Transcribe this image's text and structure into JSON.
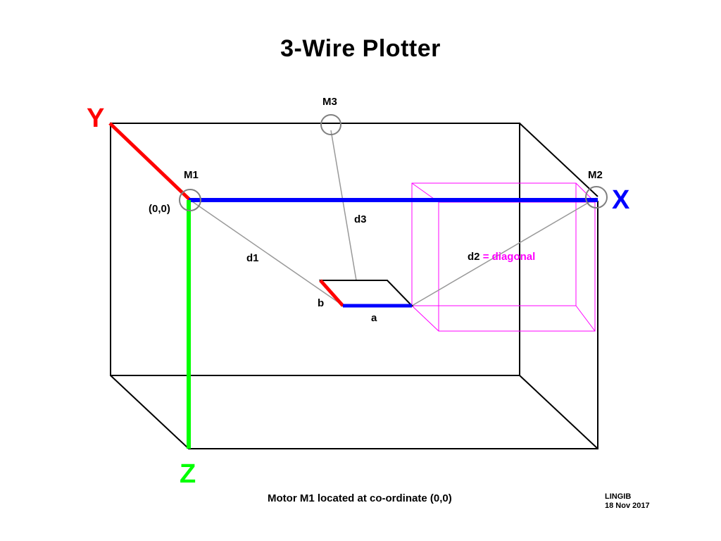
{
  "title": "3-Wire Plotter",
  "axes": {
    "x": "X",
    "y": "Y",
    "z": "Z"
  },
  "motors": {
    "m1": "M1",
    "m2": "M2",
    "m3": "M3"
  },
  "origin_label": "(0,0)",
  "distances": {
    "d1": "d1",
    "d2": "d2",
    "d3": "d3",
    "d2_note": "= diagonal"
  },
  "pen_box": {
    "a": "a",
    "b": "b"
  },
  "caption": "Motor M1 located at co-ordinate (0,0)",
  "author": "LINGIB",
  "date": "18 Nov 2017",
  "colors": {
    "x_axis": "#0000ff",
    "y_axis": "#ff0000",
    "z_axis": "#00ff00",
    "diagonal": "#ff00ff",
    "wire": "#999999",
    "motor": "#808080",
    "frame": "#000000"
  }
}
